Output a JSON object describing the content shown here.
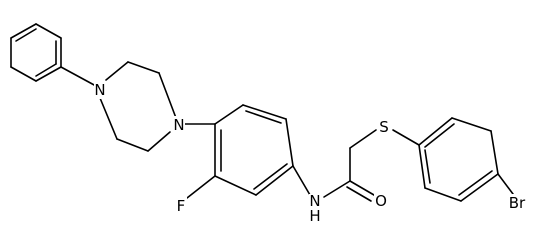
{
  "molecule": {
    "atoms": {
      "nitrogen_left": "N",
      "nitrogen_right": "N",
      "fluorine": "F",
      "amide_nitrogen": "N",
      "amide_hydrogen": "H",
      "oxygen": "O",
      "sulfur": "S",
      "bromine": "Br"
    }
  },
  "colors": {
    "bond": "#000000",
    "label": "#000000",
    "background": "#ffffff"
  }
}
